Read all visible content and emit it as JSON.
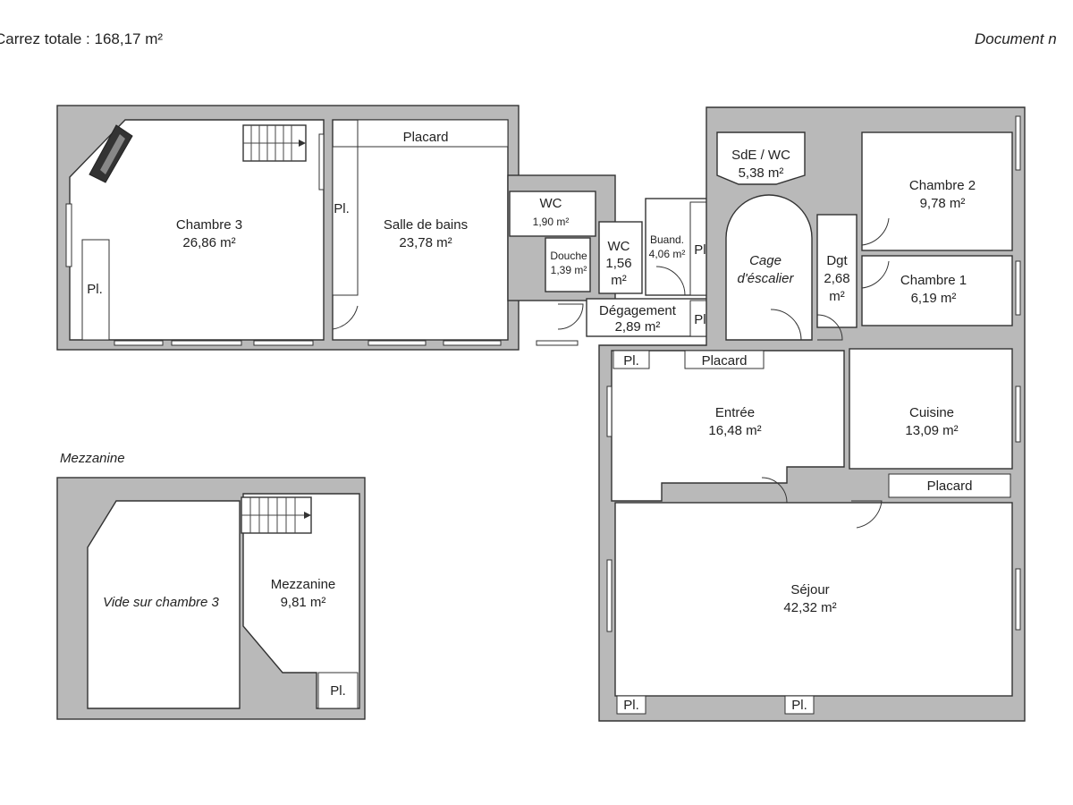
{
  "header": {
    "left": "Carrez totale : 168,17 m²",
    "right": "Document n"
  },
  "mezzanine_caption": "Mezzanine",
  "rooms": {
    "chambre3": {
      "name": "Chambre 3",
      "area": "26,86 m²"
    },
    "salle_de_bains": {
      "name": "Salle de bains",
      "area": "23,78 m²"
    },
    "wc1": {
      "name": "WC",
      "area": "1,90 m²"
    },
    "douche": {
      "name": "Douche",
      "area": "1,39 m²"
    },
    "wc2": {
      "name": "WC",
      "area_line1": "1,56",
      "area_line2": "m²"
    },
    "buanderie": {
      "name": "Buand.",
      "area": "4,06 m²"
    },
    "degagement": {
      "name": "Dégagement",
      "area": "2,89 m²"
    },
    "sde_wc": {
      "name": "SdE / WC",
      "area": "5,38 m²"
    },
    "cage": {
      "line1": "Cage",
      "line2": "d'éscalier"
    },
    "dgt": {
      "name": "Dgt",
      "area_line1": "2,68",
      "area_line2": "m²"
    },
    "chambre2": {
      "name": "Chambre 2",
      "area": "9,78 m²"
    },
    "chambre1": {
      "name": "Chambre 1",
      "area": "6,19 m²"
    },
    "entree": {
      "name": "Entrée",
      "area": "16,48 m²"
    },
    "cuisine": {
      "name": "Cuisine",
      "area": "13,09 m²"
    },
    "sejour": {
      "name": "Séjour",
      "area": "42,32 m²"
    },
    "vide": {
      "name": "Vide sur chambre 3"
    },
    "mezzanine": {
      "name": "Mezzanine",
      "area": "9,81 m²"
    }
  },
  "labels": {
    "placard": "Placard",
    "pl": "Pl."
  }
}
